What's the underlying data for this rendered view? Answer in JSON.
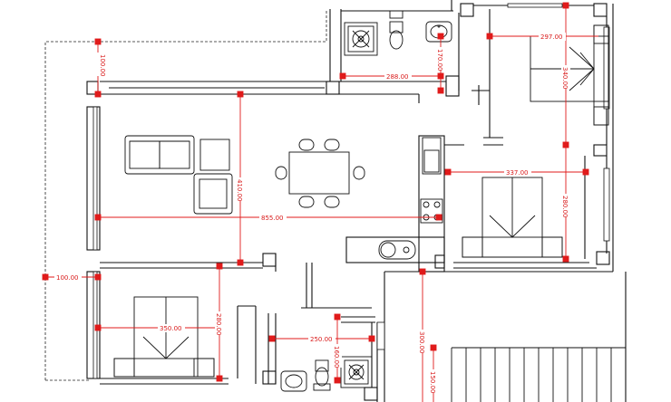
{
  "colors": {
    "wall": "#111111",
    "dimension": "#e01b1b",
    "background": "#ffffff"
  },
  "plan": {
    "dimensions": {
      "top_left_vertical": "100.00",
      "bath_top_width": "288.00",
      "bath_top_vertical": "170.00",
      "bedroom_ne_width": "297.00",
      "bedroom_ne_height": "340.00",
      "living_height": "410.00",
      "living_width": "855.00",
      "bedroom_e_width": "337.00",
      "bedroom_e_height": "280.00",
      "left_offset": "100.00",
      "bedroom_sw_width": "350.00",
      "bedroom_sw_height": "280.00",
      "bath_bottom_width": "250.00",
      "bath_bottom_vertical": "160.00",
      "stair_vertical": "300.00",
      "stair_bottom": "150.00"
    }
  }
}
